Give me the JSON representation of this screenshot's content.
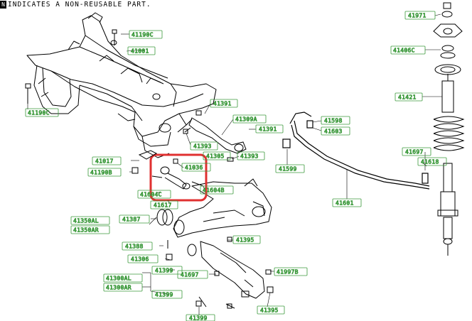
{
  "header": {
    "marker": "N",
    "note": "INDICATES A NON-REUSABLE PART."
  },
  "colors": {
    "label_box": "#3c9a3c",
    "highlight": "#e03030",
    "line": "#000000"
  },
  "labels": {
    "l01": "41190C",
    "l02": "41001",
    "l03": "41190C",
    "l04": "41391",
    "l05": "41309A",
    "l06": "41391",
    "l07": "41393",
    "l08": "41017",
    "l09": "41190B",
    "l10": "41305",
    "l11": "41393",
    "l12": "41036",
    "l13": "41604B",
    "l14": "41604C",
    "l15": "41617",
    "l16": "41350AL",
    "l17": "41350AR",
    "l18": "41387",
    "l19": "41388",
    "l20": "41306",
    "l21": "41395",
    "l22": "41399",
    "l23": "41697",
    "l24": "41300AL",
    "l25": "41300AR",
    "l26": "41399",
    "l27": "41997B",
    "l28": "41395",
    "l29": "41399",
    "l30": "41598",
    "l31": "41603",
    "l32": "41599",
    "l33": "41601",
    "l34": "41697",
    "l35": "41618",
    "l36": "41971",
    "l37": "41406C",
    "l38": "41421"
  }
}
